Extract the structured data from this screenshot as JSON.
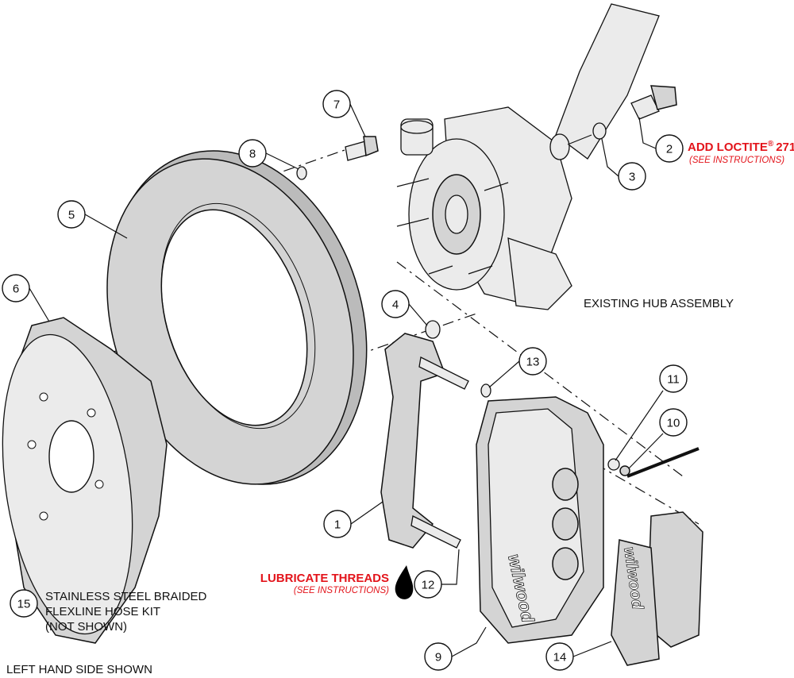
{
  "callouts": [
    "1",
    "2",
    "3",
    "4",
    "5",
    "6",
    "7",
    "8",
    "9",
    "10",
    "11",
    "12",
    "13",
    "14",
    "15"
  ],
  "notes": {
    "loctite_title": "ADD LOCTITE",
    "loctite_reg": "®",
    "loctite_num": "271",
    "loctite_sub": "(SEE INSTRUCTIONS)",
    "lube_title": "LUBRICATE THREADS",
    "lube_sub": "(SEE INSTRUCTIONS)",
    "hub": "EXISTING HUB ASSEMBLY",
    "hose_line1": "STAINLESS STEEL BRAIDED",
    "hose_line2": "FLEXLINE HOSE KIT",
    "hose_line3": "(NOT SHOWN)",
    "side": "LEFT HAND SIDE SHOWN"
  },
  "logos": [
    "wilwood"
  ],
  "colors": {
    "note_red": "#e3141b",
    "part_fill": "#d4d4d4"
  }
}
